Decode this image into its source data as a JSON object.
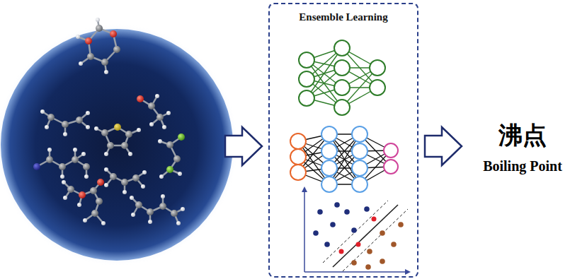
{
  "diagram": {
    "nodes": [
      {
        "text": [
          "Ensemble Learning"
        ]
      }
    ],
    "labels": [
      "沸点",
      "Boiling Point"
    ]
  }
}
